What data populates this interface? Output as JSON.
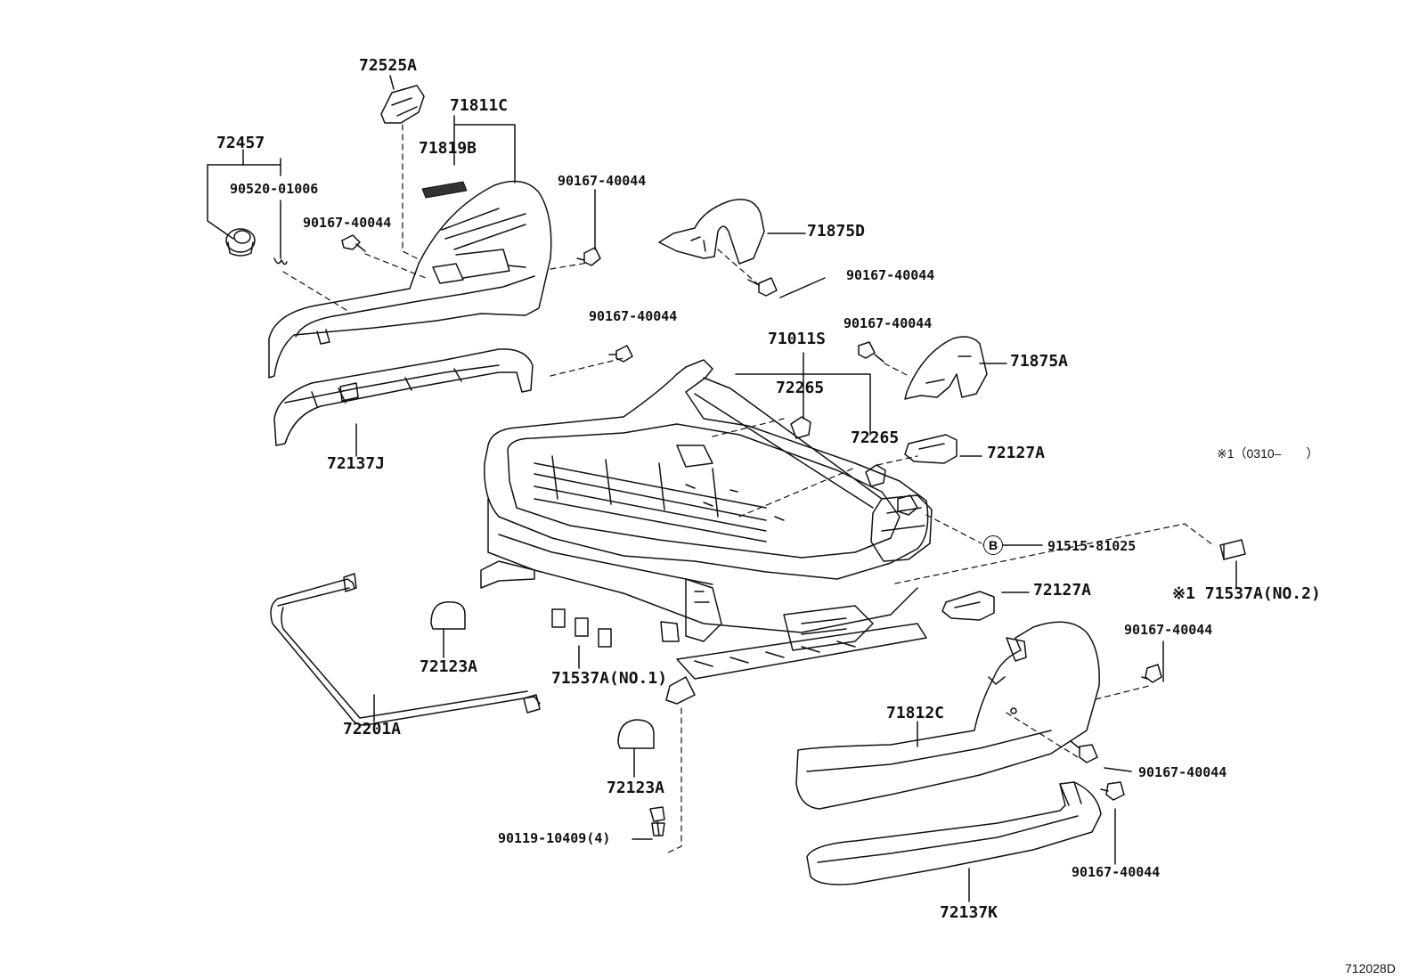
{
  "diagram": {
    "reference_number": "712028D",
    "circle_marker": "B",
    "note": "※1（0310–　　）",
    "parts": {
      "p72525A": "72525A",
      "p71811C": "71811C",
      "p72457": "72457",
      "p71819B": "71819B",
      "p90520_01006": "90520-01006",
      "p90167_40044_a": "90167-40044",
      "p90167_40044_b": "90167-40044",
      "p71875D": "71875D",
      "p90167_40044_c": "90167-40044",
      "p90167_40044_d": "90167-40044",
      "p71011S": "71011S",
      "p90167_40044_e": "90167-40044",
      "p71875A": "71875A",
      "p72265_a": "72265",
      "p72265_b": "72265",
      "p72127A_a": "72127A",
      "p72137J": "72137J",
      "p91515_81025": "91515-81025",
      "p71537A_no2": "※1 71537A(NO.2)",
      "p72127A_b": "72127A",
      "p90167_40044_f": "90167-40044",
      "p72123A_a": "72123A",
      "p71537A_no1": "71537A(NO.1)",
      "p71812C": "71812C",
      "p72201A": "72201A",
      "p90167_40044_g": "90167-40044",
      "p72123A_b": "72123A",
      "p90119_10409": "90119-10409(4)",
      "p90167_40044_h": "90167-40044",
      "p72137K": "72137K"
    }
  }
}
